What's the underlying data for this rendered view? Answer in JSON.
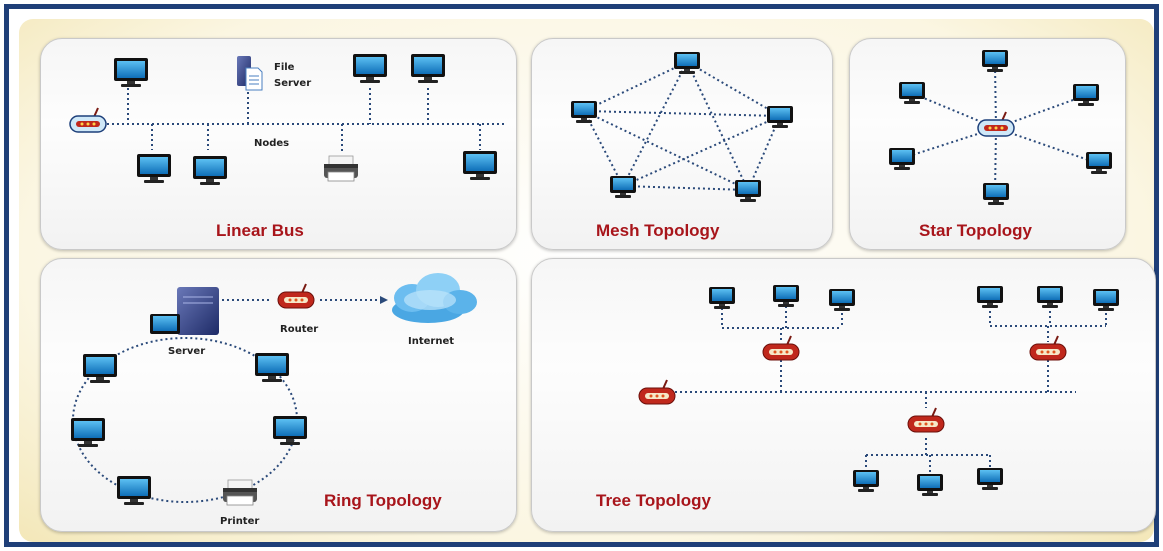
{
  "panels": {
    "linear_bus": {
      "title": "Linear Bus",
      "file_server": [
        "File",
        "Server"
      ],
      "nodes_label": "Nodes"
    },
    "mesh": {
      "title": "Mesh Topology"
    },
    "star": {
      "title": "Star Topology"
    },
    "ring": {
      "title": "Ring Topology",
      "server_label": "Server",
      "router_label": "Router",
      "internet_label": "Internet",
      "printer_label": "Printer"
    },
    "tree": {
      "title": "Tree Topology"
    }
  },
  "colors": {
    "frame": "#1f3f78",
    "title": "#a8151b",
    "monitor": "#1e88d0",
    "link": "#2b4a7a",
    "router": "#b8201a"
  },
  "icons": [
    "monitor-icon",
    "router-icon",
    "server-icon",
    "printer-icon",
    "cloud-icon",
    "file-server-icon"
  ]
}
